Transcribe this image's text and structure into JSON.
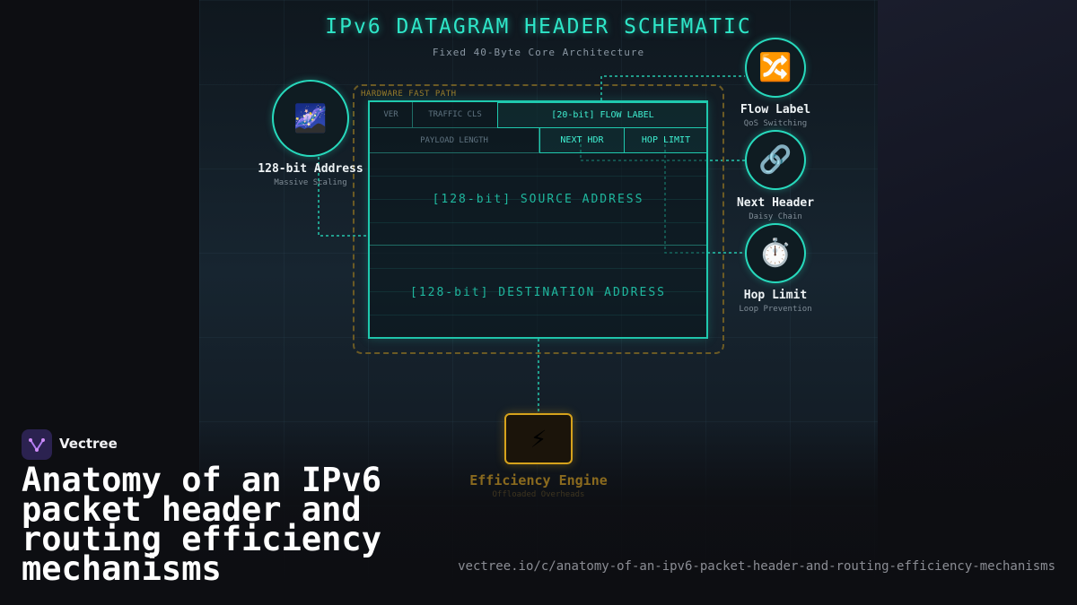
{
  "header": {
    "title": "IPv6 DATAGRAM HEADER SCHEMATIC",
    "subtitle": "Fixed 40-Byte Core Architecture"
  },
  "fast_path_label": "HARDWARE FAST PATH",
  "header_fields": {
    "row1": [
      "VER",
      "TRAFFIC CLS",
      "[20-bit] FLOW LABEL"
    ],
    "row2": [
      "PAYLOAD LENGTH",
      "NEXT HDR",
      "HOP LIMIT"
    ],
    "source": "[128-bit] SOURCE ADDRESS",
    "destination": "[128-bit] DESTINATION ADDRESS"
  },
  "nodes": {
    "address": {
      "title": "128-bit Address",
      "subtitle": "Massive Scaling",
      "icon": "galaxy-icon"
    },
    "flow": {
      "title": "Flow Label",
      "subtitle": "QoS Switching",
      "icon": "shuffle-icon"
    },
    "next": {
      "title": "Next Header",
      "subtitle": "Daisy Chain",
      "icon": "chain-link-icon"
    },
    "hop": {
      "title": "Hop Limit",
      "subtitle": "Loop Prevention",
      "icon": "stopwatch-icon"
    },
    "engine": {
      "title": "Efficiency Engine",
      "subtitle": "Offloaded Overheads",
      "icon": "lightning-icon"
    }
  },
  "brand": {
    "name": "Vectree"
  },
  "headline": "Anatomy of an IPv6 packet header and routing efficiency mechanisms",
  "url": "vectree.io/c/anatomy-of-an-ipv6-packet-header-and-routing-efficiency-mechanisms",
  "colors": {
    "accent": "#2ee6c8",
    "engine": "#d6a21c",
    "fast_path": "#6b5a24"
  }
}
